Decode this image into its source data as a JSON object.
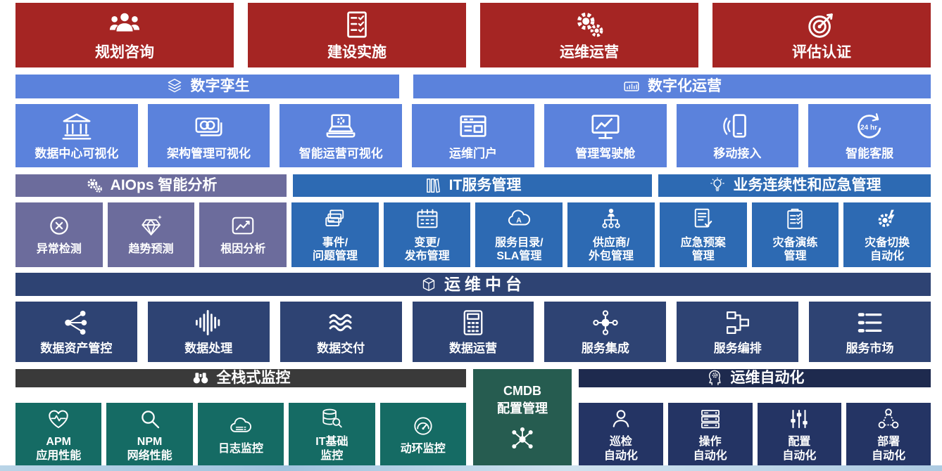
{
  "colors": {
    "banner_red": "#a52523",
    "light_blue": "#5b82dc",
    "purple_gray": "#6c6c9c",
    "medium_blue": "#2d6ab3",
    "navy": "#2e4373",
    "dark_gray": "#3a3a3a",
    "cmdb_green": "#265c50",
    "teal": "#156b64",
    "dark_navy_header": "#1e2a4e",
    "automation_blue": "#243464",
    "text": "#ffffff"
  },
  "banners": [
    {
      "key": "planning-consulting",
      "label": "规划咨询",
      "icon": "people-group-icon",
      "color": "banner_red"
    },
    {
      "key": "construction-implementation",
      "label": "建设实施",
      "icon": "checklist-icon",
      "color": "banner_red"
    },
    {
      "key": "operations-management",
      "label": "运维运营",
      "icon": "gears-icon",
      "color": "banner_red"
    },
    {
      "key": "assessment-certification",
      "label": "评估认证",
      "icon": "target-icon",
      "color": "banner_red"
    }
  ],
  "tier1_headers": [
    {
      "key": "digital-twin",
      "label": "数字孪生",
      "icon": "layers-icon",
      "color": "light_blue"
    },
    {
      "key": "digital-operations",
      "label": "数字化运营",
      "icon": "broadcast-screen-icon",
      "color": "light_blue"
    }
  ],
  "tier1_blocks": [
    {
      "key": "datacenter-visualization",
      "label": "数据中心可视化",
      "icon": "bank-icon",
      "color": "light_blue"
    },
    {
      "key": "architecture-visualization",
      "label": "架构管理可视化",
      "icon": "cash-icon",
      "color": "light_blue"
    },
    {
      "key": "intelligent-ops-visualization",
      "label": "智能运营可视化",
      "icon": "laptop-gear-icon",
      "color": "light_blue"
    },
    {
      "key": "ops-portal",
      "label": "运维门户",
      "icon": "browser-icon",
      "color": "light_blue"
    },
    {
      "key": "management-cockpit",
      "label": "管理驾驶舱",
      "icon": "monitor-chart-icon",
      "color": "light_blue"
    },
    {
      "key": "mobile-access",
      "label": "移动接入",
      "icon": "mobile-signal-icon",
      "color": "light_blue"
    },
    {
      "key": "smart-customer-service",
      "label": "智能客服",
      "icon": "clock-24-icon",
      "color": "light_blue"
    }
  ],
  "tier2_headers": [
    {
      "key": "aiops-analysis",
      "label": "AIOps 智能分析",
      "icon": "gears-icon",
      "color": "purple_gray"
    },
    {
      "key": "it-service-management",
      "label": "IT服务管理",
      "icon": "books-icon",
      "color": "medium_blue"
    },
    {
      "key": "business-continuity-emergency",
      "label": "业务连续性和应急管理",
      "icon": "lightbulb-icon",
      "color": "medium_blue"
    }
  ],
  "tier2_blocks": [
    {
      "key": "anomaly-detection",
      "label": "异常检测",
      "icon": "circle-x-icon",
      "color": "purple_gray"
    },
    {
      "key": "trend-prediction",
      "label": "趋势预测",
      "icon": "gem-icon",
      "color": "purple_gray"
    },
    {
      "key": "root-cause-analysis",
      "label": "根因分析",
      "icon": "chart-line-icon",
      "color": "purple_gray"
    },
    {
      "key": "incident-problem-management",
      "label": "事件/\n问题管理",
      "icon": "cards-stack-icon",
      "color": "medium_blue"
    },
    {
      "key": "change-release-management",
      "label": "变更/\n发布管理",
      "icon": "calendar-icon",
      "color": "medium_blue"
    },
    {
      "key": "service-catalog-sla-management",
      "label": "服务目录/\nSLA管理",
      "icon": "cloud-a-icon",
      "color": "medium_blue"
    },
    {
      "key": "supplier-outsourcing-management",
      "label": "供应商/\n外包管理",
      "icon": "org-people-icon",
      "color": "medium_blue"
    },
    {
      "key": "emergency-plan-management",
      "label": "应急预案\n管理",
      "icon": "doc-lines-icon",
      "color": "medium_blue"
    },
    {
      "key": "dr-drill-management",
      "label": "灾备演练\n管理",
      "icon": "clipboard-check-icon",
      "color": "medium_blue"
    },
    {
      "key": "dr-switch-automation",
      "label": "灾备切换\n自动化",
      "icon": "gear-bolt-icon",
      "color": "medium_blue"
    }
  ],
  "midbar": [
    {
      "key": "ops-middle-platform",
      "label": "运维中台",
      "icon": "cube-icon",
      "color": "navy"
    }
  ],
  "tier3_blocks": [
    {
      "key": "data-asset-management",
      "label": "数据资产管控",
      "icon": "share-network-icon",
      "color": "navy"
    },
    {
      "key": "data-processing",
      "label": "数据处理",
      "icon": "waveform-icon",
      "color": "navy"
    },
    {
      "key": "data-delivery",
      "label": "数据交付",
      "icon": "waves-icon",
      "color": "navy"
    },
    {
      "key": "data-operations",
      "label": "数据运营",
      "icon": "calculator-icon",
      "color": "navy"
    },
    {
      "key": "service-integration",
      "label": "服务集成",
      "icon": "nodes-molecule-icon",
      "color": "navy"
    },
    {
      "key": "service-orchestration",
      "label": "服务编排",
      "icon": "flow-org-icon",
      "color": "navy"
    },
    {
      "key": "service-marketplace",
      "label": "服务市场",
      "icon": "list-bullets-icon",
      "color": "navy"
    }
  ],
  "monitor_header": [
    {
      "key": "full-stack-monitoring",
      "label": "全栈式监控",
      "icon": "binoculars-icon",
      "color": "dark_gray"
    }
  ],
  "monitor_blocks": [
    {
      "key": "apm-application-performance",
      "label": "APM\n应用性能",
      "icon": "heart-pulse-icon",
      "color": "teal"
    },
    {
      "key": "npm-network-performance",
      "label": "NPM\n网络性能",
      "icon": "search-icon",
      "color": "teal"
    },
    {
      "key": "log-monitoring",
      "label": "日志监控",
      "icon": "cloud-log-icon",
      "color": "teal"
    },
    {
      "key": "it-infrastructure-monitoring",
      "label": "IT基础\n监控",
      "icon": "db-search-icon",
      "color": "teal"
    },
    {
      "key": "env-power-monitoring",
      "label": "动环监控",
      "icon": "gauge-icon",
      "color": "teal"
    }
  ],
  "cmdb": [
    {
      "key": "cmdb-configuration-management",
      "label": "CMDB\n配置管理",
      "icon": "molecule-network-icon",
      "color": "cmdb_green"
    }
  ],
  "auto_header": [
    {
      "key": "ops-automation",
      "label": "运维自动化",
      "icon": "head-gear-icon",
      "color": "dark_navy_header"
    }
  ],
  "auto_blocks": [
    {
      "key": "inspection-automation",
      "label": "巡检\n自动化",
      "icon": "user-icon",
      "color": "automation_blue"
    },
    {
      "key": "operation-automation",
      "label": "操作\n自动化",
      "icon": "server-stack-icon",
      "color": "automation_blue"
    },
    {
      "key": "configuration-automation",
      "label": "配置\n自动化",
      "icon": "sliders-icon",
      "color": "automation_blue"
    },
    {
      "key": "deployment-automation",
      "label": "部署\n自动化",
      "icon": "deploy-network-icon",
      "color": "automation_blue"
    }
  ]
}
